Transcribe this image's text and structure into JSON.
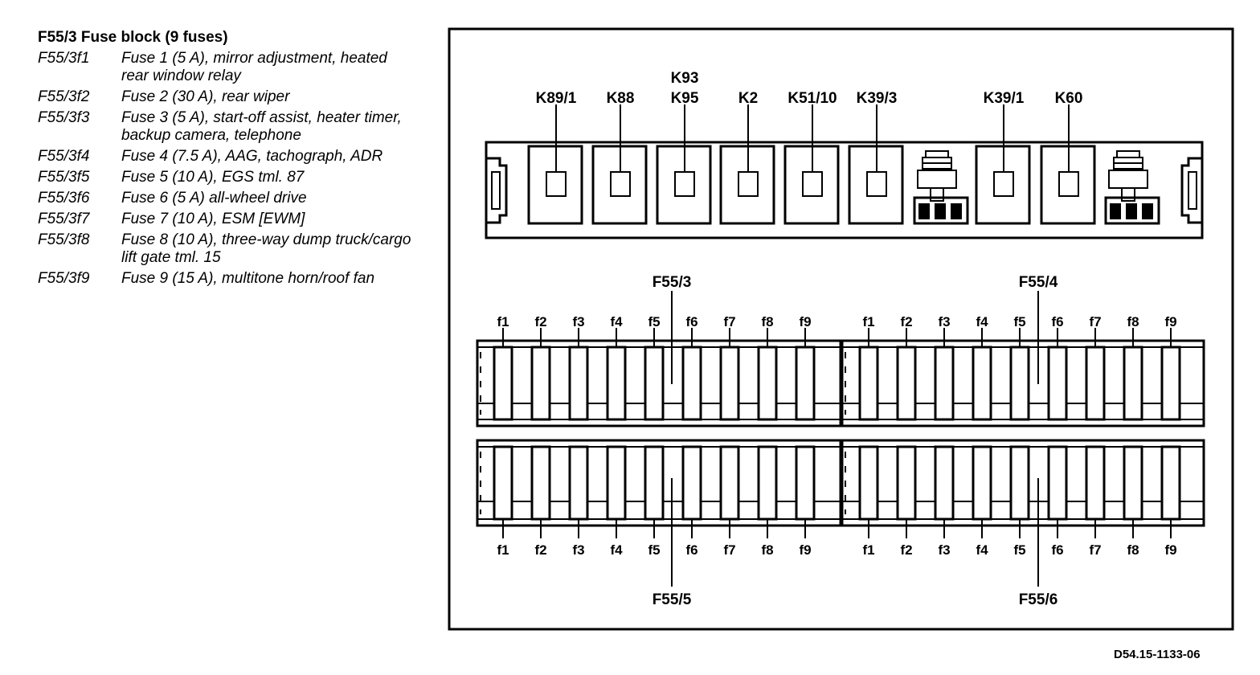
{
  "legend": {
    "title": "F55/3  Fuse block (9 fuses)",
    "items": [
      {
        "code": "F55/3f1",
        "desc": "Fuse 1 (5 A), mirror adjustment, heated rear window relay"
      },
      {
        "code": "F55/3f2",
        "desc": "Fuse 2 (30 A), rear wiper"
      },
      {
        "code": "F55/3f3",
        "desc": "Fuse 3 (5 A), start-off assist, heater timer, backup camera, telephone"
      },
      {
        "code": "F55/3f4",
        "desc": "Fuse 4 (7.5 A), AAG, tachograph, ADR"
      },
      {
        "code": "F55/3f5",
        "desc": "Fuse 5 (10 A), EGS tml. 87"
      },
      {
        "code": "F55/3f6",
        "desc": "Fuse 6 (5 A) all-wheel drive"
      },
      {
        "code": "F55/3f7",
        "desc": "Fuse 7 (10 A), ESM [EWM]"
      },
      {
        "code": "F55/3f8",
        "desc": "Fuse 8 (10 A), three-way dump truck/cargo lift gate tml. 15"
      },
      {
        "code": "F55/3f9",
        "desc": "Fuse 9 (15 A), multitone horn/roof fan"
      }
    ]
  },
  "relays": {
    "k93": "K93",
    "labels": [
      "K89/1",
      "K88",
      "K95",
      "K2",
      "K51/10",
      "K39/3",
      "K39/1",
      "K60"
    ]
  },
  "fuse_blocks": {
    "top_left": "F55/3",
    "top_right": "F55/4",
    "bottom_left": "F55/5",
    "bottom_right": "F55/6"
  },
  "fuse_labels": [
    "f1",
    "f2",
    "f3",
    "f4",
    "f5",
    "f6",
    "f7",
    "f8",
    "f9"
  ],
  "doc_id": "D54.15-1133-06"
}
